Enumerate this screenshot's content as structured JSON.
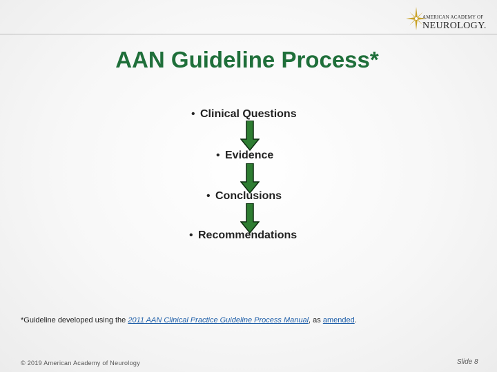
{
  "logo": {
    "line1": "AMERICAN ACADEMY OF",
    "line2": "NEUROLOGY."
  },
  "title": "AAN Guideline Process*",
  "steps": [
    {
      "bullet": "•",
      "text": "Clinical Questions"
    },
    {
      "bullet": "•",
      "text": "Evidence"
    },
    {
      "bullet": "•",
      "text": "Conclusions"
    },
    {
      "bullet": "•",
      "text": "Recommendations"
    }
  ],
  "footnote": {
    "prefix": "*Guideline developed using the ",
    "link_text": "2011 AAN Clinical Practice Guideline Process Manual",
    "middle": ", as ",
    "link2_text": "amended",
    "suffix": "."
  },
  "copyright": "© 2019 American Academy of Neurology",
  "slide_number": "Slide 8",
  "colors": {
    "title": "#1f6f3a",
    "arrow_fill": "#2e7d32",
    "link": "#1c5da8"
  },
  "icons": {
    "logo_mark": "sunburst-star-icon",
    "arrow": "down-arrow-icon"
  }
}
